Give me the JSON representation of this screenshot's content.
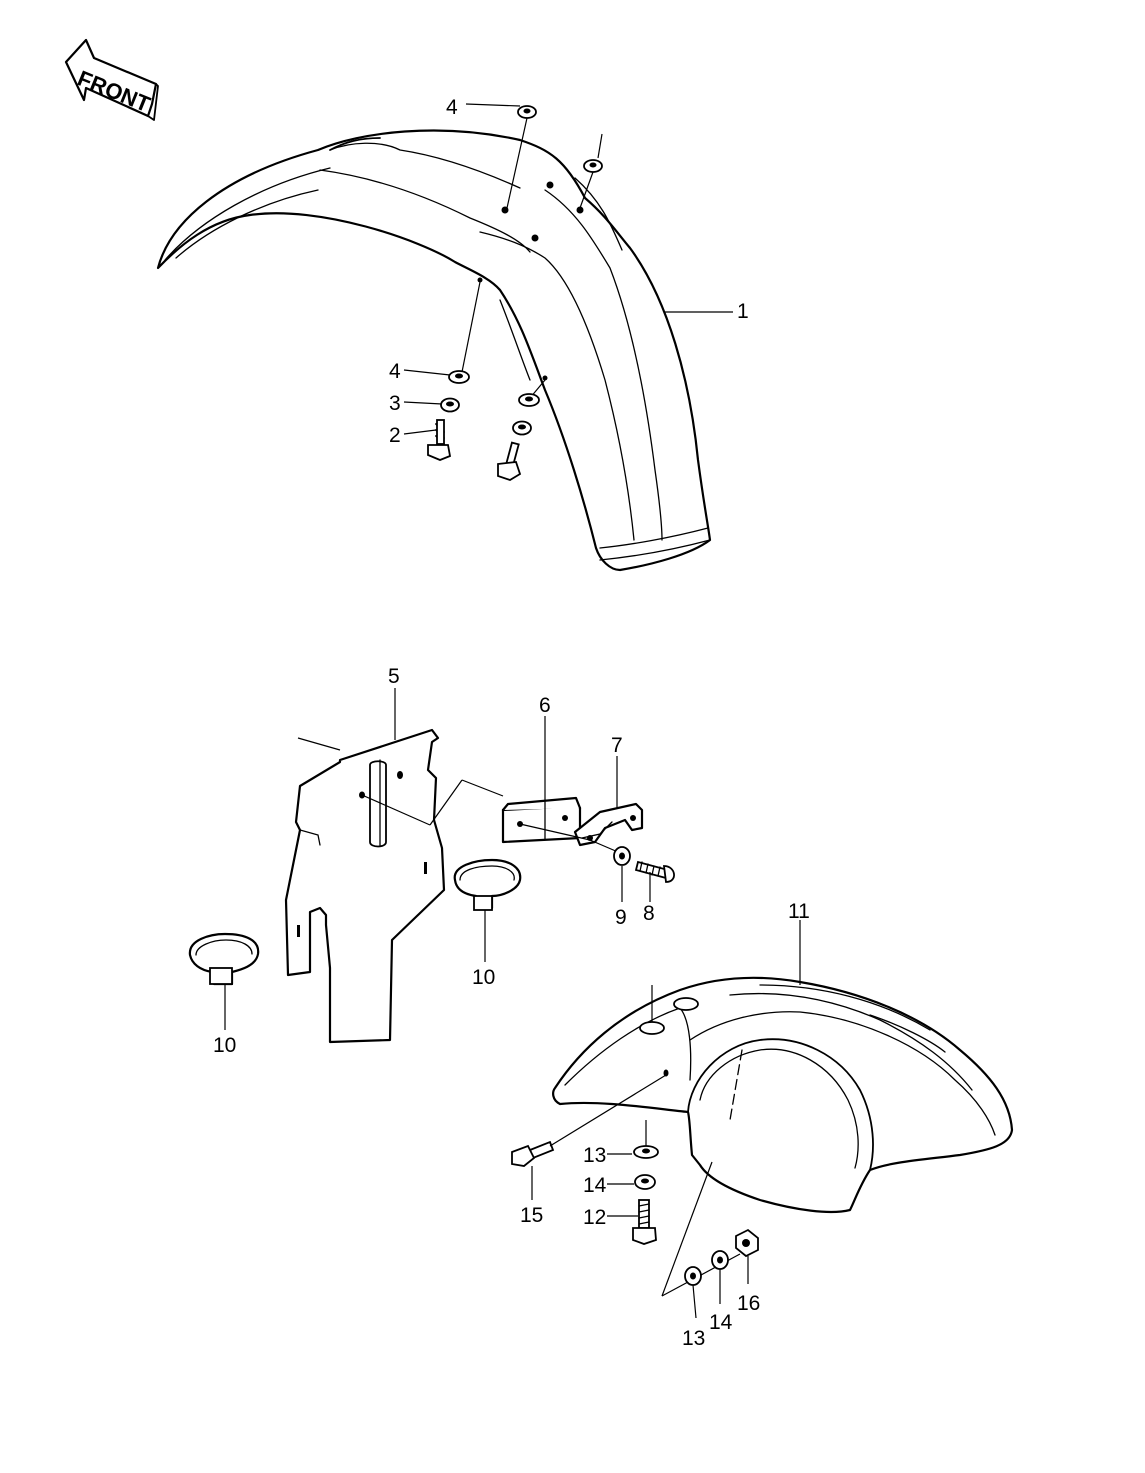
{
  "front_arrow": {
    "label": "FRONT"
  },
  "callouts": [
    {
      "id": "c1",
      "label": "1"
    },
    {
      "id": "c2",
      "label": "2"
    },
    {
      "id": "c3",
      "label": "3"
    },
    {
      "id": "c4a",
      "label": "4"
    },
    {
      "id": "c4b",
      "label": "4"
    },
    {
      "id": "c5",
      "label": "5"
    },
    {
      "id": "c6",
      "label": "6"
    },
    {
      "id": "c7",
      "label": "7"
    },
    {
      "id": "c8",
      "label": "8"
    },
    {
      "id": "c9",
      "label": "9"
    },
    {
      "id": "c10a",
      "label": "10"
    },
    {
      "id": "c10b",
      "label": "10"
    },
    {
      "id": "c11",
      "label": "11"
    },
    {
      "id": "c12",
      "label": "12"
    },
    {
      "id": "c13a",
      "label": "13"
    },
    {
      "id": "c13b",
      "label": "13"
    },
    {
      "id": "c14a",
      "label": "14"
    },
    {
      "id": "c14b",
      "label": "14"
    },
    {
      "id": "c15",
      "label": "15"
    },
    {
      "id": "c16",
      "label": "16"
    }
  ]
}
